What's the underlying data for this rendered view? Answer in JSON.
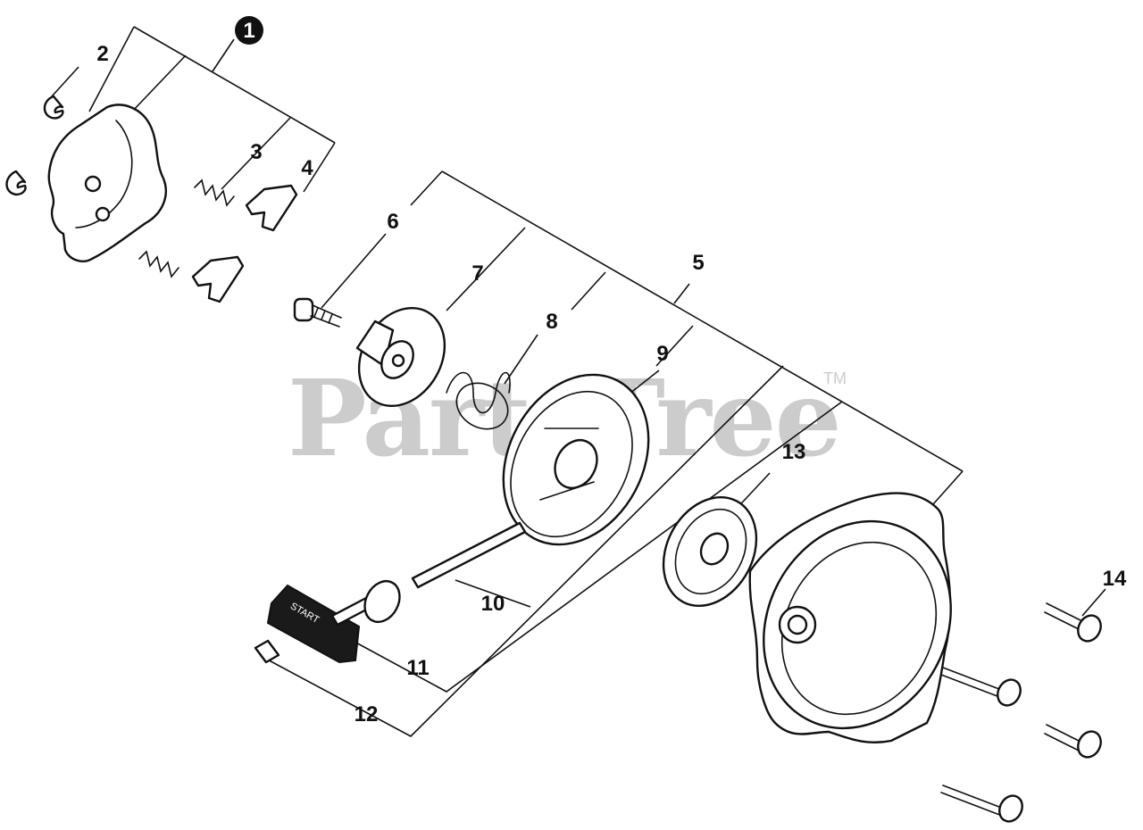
{
  "watermark": {
    "text": "PartsTree",
    "tm": "TM"
  },
  "callouts": [
    {
      "id": "callout-1",
      "text": "1",
      "circled": true
    },
    {
      "id": "callout-2",
      "text": "2"
    },
    {
      "id": "callout-3",
      "text": "3"
    },
    {
      "id": "callout-4",
      "text": "4"
    },
    {
      "id": "callout-5",
      "text": "5"
    },
    {
      "id": "callout-6",
      "text": "6"
    },
    {
      "id": "callout-7",
      "text": "7"
    },
    {
      "id": "callout-8",
      "text": "8"
    },
    {
      "id": "callout-9",
      "text": "9"
    },
    {
      "id": "callout-10",
      "text": "10"
    },
    {
      "id": "callout-11",
      "text": "11"
    },
    {
      "id": "callout-12",
      "text": "12"
    },
    {
      "id": "callout-13",
      "text": "13"
    },
    {
      "id": "callout-14",
      "text": "14"
    }
  ],
  "handle_text": "START"
}
